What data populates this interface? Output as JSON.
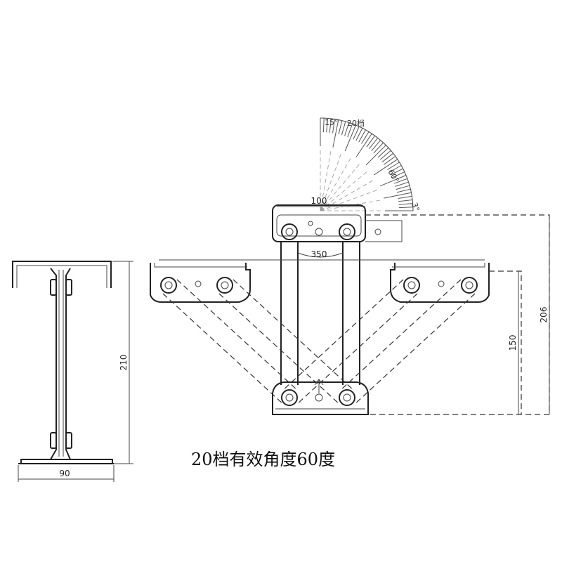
{
  "side_view": {
    "width_label": "90",
    "height_label": "210"
  },
  "front_view": {
    "top_width_label": "100",
    "span_label": "350",
    "inner_height_label": "150",
    "outer_height_label": "206"
  },
  "angle_scale": {
    "start_label": "15°",
    "gear_label": "20档",
    "mid_label": "60°",
    "end_label": "3°"
  },
  "caption": "20档有效角度60度"
}
